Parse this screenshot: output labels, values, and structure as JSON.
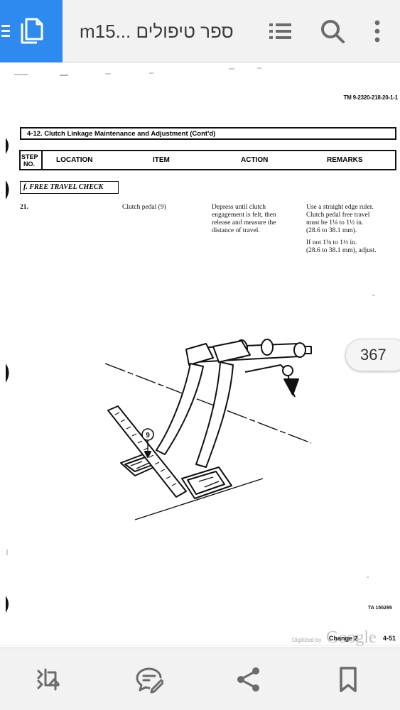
{
  "header": {
    "title": "m15... ספר טיפולים",
    "icons": [
      "menu-icon",
      "document-icon",
      "list-icon",
      "search-icon",
      "more-vert-icon"
    ]
  },
  "page": {
    "tm_number": "TM 9-2320-218-20-1-1",
    "section_title": "4-12.  Clutch Linkage Maintenance and Adjustment (Cont'd)",
    "columns": {
      "step_line1": "STEP",
      "step_line2": "NO.",
      "location": "LOCATION",
      "item": "ITEM",
      "action": "ACTION",
      "remarks": "REMARKS"
    },
    "subsection": "f.  FREE TRAVEL CHECK",
    "step": {
      "number": "21.",
      "item": "Clutch pedal (9)",
      "action_lines": [
        "Depress until clutch",
        "engagement is felt, then",
        "release and measure the",
        "distance of travel."
      ],
      "remarks_lines_1": [
        "Use a straight edge ruler.",
        "Clutch pedal free travel",
        "must be 1⅛ to 1½ in.",
        "(28.6 to 38.1 mm)."
      ],
      "remarks_lines_2": [
        "If not 1⅛ to 1½ in.",
        "(28.6 to 38.1 mm), adjust."
      ]
    },
    "callout": "9",
    "footer_ta": "TA 155295",
    "digitized": "Digitized by",
    "google": "Google",
    "change": "Change 2",
    "page_number": "4-51"
  },
  "viewer": {
    "page_indicator": "367"
  },
  "bottom_bar": {
    "icons": [
      "crop-icon",
      "comment-edit-icon",
      "share-icon",
      "bookmark-icon"
    ]
  },
  "colors": {
    "accent": "#2f8af0",
    "bar": "#f2f2f2",
    "icon": "#6b6b6b"
  }
}
